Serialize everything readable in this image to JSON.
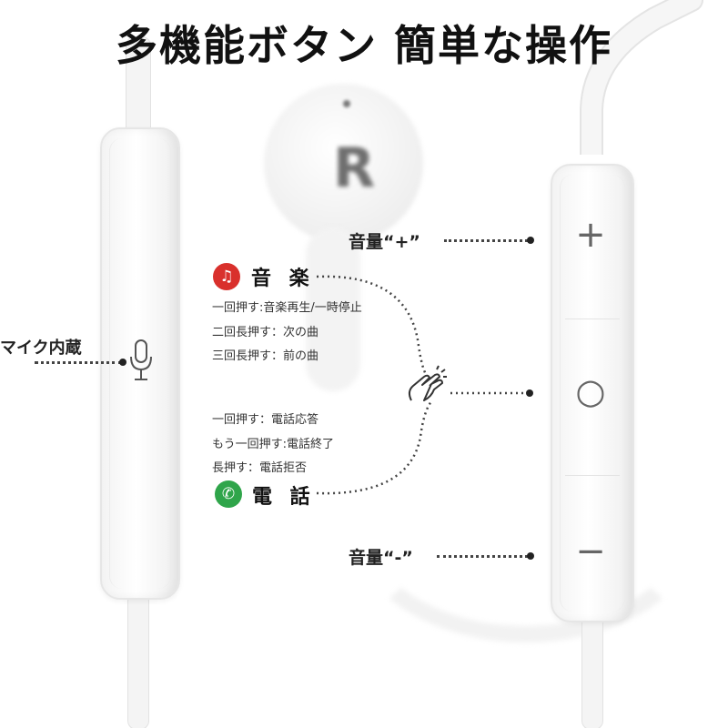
{
  "title": "多機能ボタン 簡単な操作",
  "labels": {
    "mic": "マイク内蔵",
    "vol_up": "音量“+”",
    "vol_down": "音量“-”"
  },
  "music": {
    "heading": "音 楽",
    "icon": "music-note-icon",
    "color": "#d9302c",
    "lines": [
      "一回押す:音楽再生/一時停止",
      "二回長押す：次の曲",
      "三回長押す：前の曲"
    ]
  },
  "call": {
    "heading": "電 話",
    "icon": "phone-icon",
    "color": "#2fa54a",
    "lines": [
      "一回押す：電話応答",
      "もう一回押す:電話終了",
      "長押す：電話拒否"
    ]
  },
  "earbud": {
    "letter": "R"
  },
  "buttons": {
    "plus": "+",
    "center": "○",
    "minus": "−"
  }
}
